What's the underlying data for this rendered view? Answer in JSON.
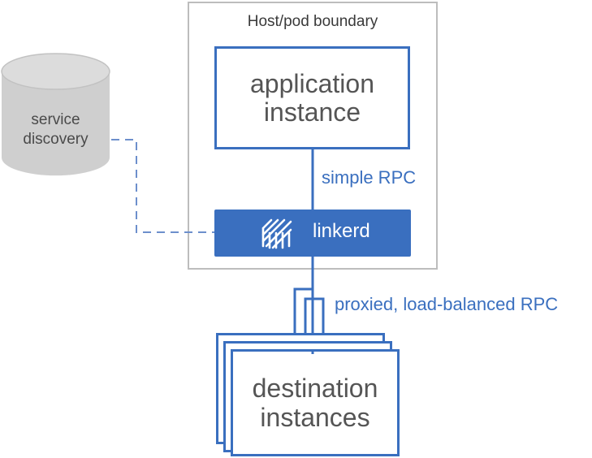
{
  "host_boundary": {
    "label": "Host/pod boundary"
  },
  "application": {
    "label": "application\ninstance"
  },
  "rpc": {
    "simple_label": "simple RPC",
    "proxied_label": "proxied, load-balanced RPC"
  },
  "linkerd": {
    "label": "linkerd",
    "icon": "linkerd-logo-icon"
  },
  "service_discovery": {
    "label": "service\ndiscovery",
    "icon": "database-cylinder-icon"
  },
  "destination": {
    "label": "destination\ninstances"
  },
  "colors": {
    "accent_blue": "#3a6fbf",
    "boundary_gray": "#bdbdbd",
    "cylinder_gray": "#cfcfcf",
    "text_gray": "#555555"
  }
}
